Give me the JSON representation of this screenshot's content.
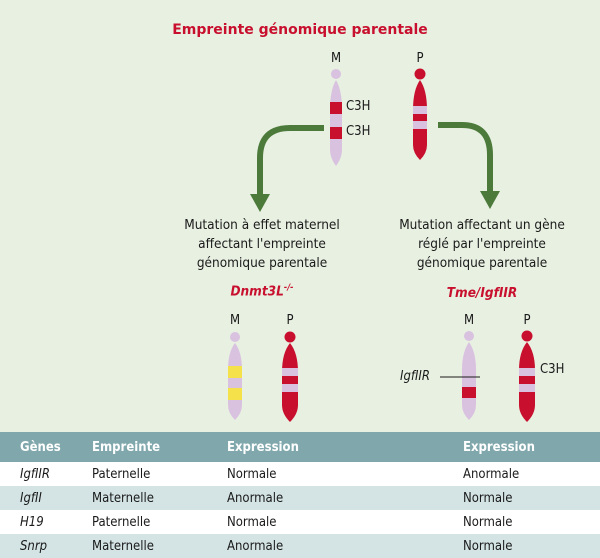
{
  "title": "Empreinte génomique parentale",
  "top": {
    "maternal_letter": "M",
    "paternal_letter": "P",
    "gene_label_1": "C3H",
    "gene_label_2": "C3H"
  },
  "left_branch": {
    "text_lines": [
      "Mutation à effet maternel",
      "affectant l'empreinte",
      "génomique parentale"
    ],
    "mutant_label": "Dnmt3L",
    "mutant_sup": "-/-",
    "maternal_letter": "M",
    "paternal_letter": "P"
  },
  "right_branch": {
    "text_lines": [
      "Mutation affectant un gène",
      "réglé par l'empreinte",
      "génomique parentale"
    ],
    "mutant_label": "Tme/IgfIIR",
    "maternal_letter": "M",
    "paternal_letter": "P",
    "gene_pointer_label": "IgfIIR",
    "gene_label": "C3H"
  },
  "table": {
    "headers": [
      "Gènes",
      "Empreinte",
      "Expression",
      "Expression"
    ],
    "rows": [
      {
        "gene": "IgfIIR",
        "imprint": "Paternelle",
        "expr1": "Normale",
        "expr2": "Anormale"
      },
      {
        "gene": "IgfII",
        "imprint": "Maternelle",
        "expr1": "Anormale",
        "expr2": "Normale"
      },
      {
        "gene": "H19",
        "imprint": "Paternelle",
        "expr1": "Normale",
        "expr2": "Normale"
      },
      {
        "gene": "Snrp",
        "imprint": "Maternelle",
        "expr1": "Anormale",
        "expr2": "Normale"
      }
    ]
  },
  "colors": {
    "maternal": "#d9c2e0",
    "paternal": "#c8102e",
    "band_yellow": "#f5e14a",
    "arrow": "#4b7a3a",
    "table_header": "#7fa7ac"
  }
}
